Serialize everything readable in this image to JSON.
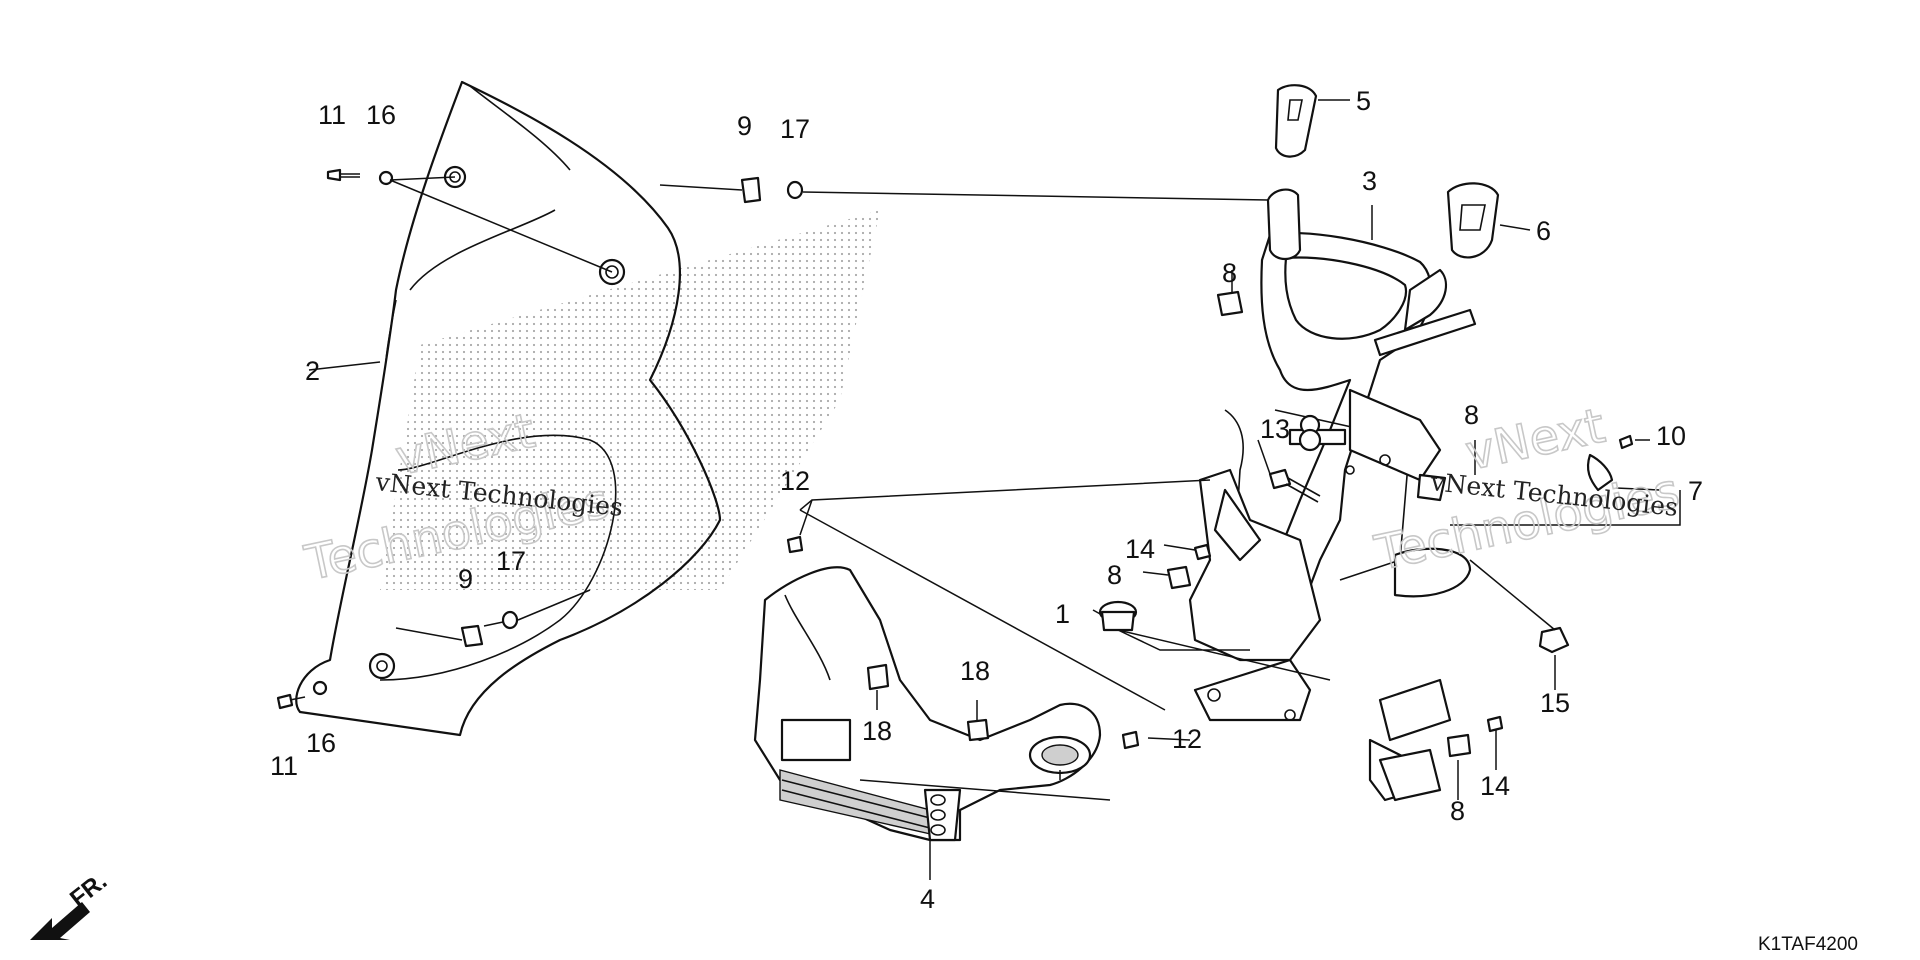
{
  "diagram_code": "K1TAF4200",
  "front_indicator": "FR.",
  "watermark": {
    "text_plain": "vNext Technologies",
    "outline_line1": "vNext",
    "outline_line2": "Technologies"
  },
  "callouts": {
    "c1": "1",
    "c2": "2",
    "c3": "3",
    "c4": "4",
    "c5": "5",
    "c6": "6",
    "c7": "7",
    "c8a": "8",
    "c8b": "8",
    "c8c": "8",
    "c8d": "8",
    "c9a": "9",
    "c9b": "9",
    "c10": "10",
    "c11a": "11",
    "c11b": "11",
    "c12a": "12",
    "c12b": "12",
    "c13": "13",
    "c14a": "14",
    "c14b": "14",
    "c15": "15",
    "c16a": "16",
    "c16b": "16",
    "c17a": "17",
    "c17b": "17",
    "c18a": "18",
    "c18b": "18"
  }
}
